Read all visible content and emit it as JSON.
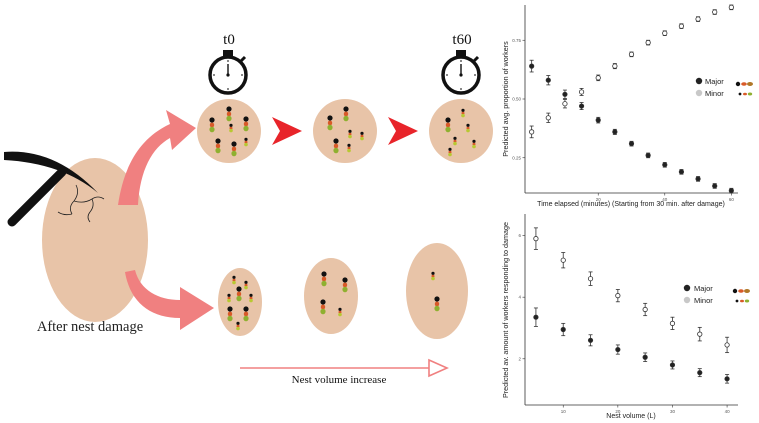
{
  "figure": {
    "timer_start_label": "t0",
    "timer_end_label": "t60",
    "nest_caption": "After nest damage",
    "volume_arrow_label": "Nest volume increase"
  },
  "chart_data": [
    {
      "type": "scatter",
      "title": "",
      "xlabel": "Time elapsed (minutes) (Starting from 30 min. after damage)",
      "ylabel": "Predicted avg. proportion of workers",
      "xlim": [
        -2,
        62
      ],
      "ylim": [
        0.1,
        0.9
      ],
      "xticks": [
        20,
        40,
        60
      ],
      "xtick_labels": [
        "20",
        "40",
        "60"
      ],
      "yticks": [
        0.25,
        0.5,
        0.75
      ],
      "ytick_labels": [
        "0.25",
        "0.50",
        "0.75"
      ],
      "legend_position": "right",
      "series": [
        {
          "name": "Major",
          "marker": "filled",
          "x": [
            0,
            5,
            10,
            15,
            20,
            25,
            30,
            35,
            40,
            45,
            50,
            55,
            60
          ],
          "y": [
            0.64,
            0.58,
            0.52,
            0.47,
            0.41,
            0.36,
            0.31,
            0.26,
            0.22,
            0.19,
            0.16,
            0.13,
            0.11
          ],
          "err": [
            0.025,
            0.02,
            0.018,
            0.015,
            0.012,
            0.011,
            0.01,
            0.01,
            0.01,
            0.01,
            0.01,
            0.01,
            0.01
          ]
        },
        {
          "name": "Minor",
          "marker": "hollow",
          "x": [
            0,
            5,
            10,
            15,
            20,
            25,
            30,
            35,
            40,
            45,
            50,
            55,
            60
          ],
          "y": [
            0.36,
            0.42,
            0.48,
            0.53,
            0.59,
            0.64,
            0.69,
            0.74,
            0.78,
            0.81,
            0.84,
            0.87,
            0.89
          ],
          "err": [
            0.025,
            0.02,
            0.018,
            0.015,
            0.012,
            0.011,
            0.01,
            0.01,
            0.01,
            0.01,
            0.01,
            0.01,
            0.01
          ]
        }
      ]
    },
    {
      "type": "scatter",
      "title": "",
      "xlabel": "Nest volume (L)",
      "ylabel": "Predicted av. amount of workers responding to damage",
      "xlim": [
        3,
        42
      ],
      "ylim": [
        0.5,
        6.7
      ],
      "xticks": [
        10,
        20,
        30,
        40
      ],
      "xtick_labels": [
        "10",
        "20",
        "30",
        "40"
      ],
      "yticks": [
        2,
        4,
        6
      ],
      "ytick_labels": [
        "2",
        "4",
        "6"
      ],
      "legend_position": "right",
      "series": [
        {
          "name": "Major",
          "marker": "filled",
          "x": [
            5,
            10,
            15,
            20,
            25,
            30,
            35,
            40
          ],
          "y": [
            3.35,
            2.95,
            2.6,
            2.3,
            2.05,
            1.8,
            1.55,
            1.35
          ],
          "err": [
            0.3,
            0.2,
            0.18,
            0.15,
            0.14,
            0.13,
            0.13,
            0.14
          ]
        },
        {
          "name": "Minor",
          "marker": "hollow",
          "x": [
            5,
            10,
            15,
            20,
            25,
            30,
            35,
            40
          ],
          "y": [
            5.9,
            5.2,
            4.6,
            4.05,
            3.6,
            3.15,
            2.8,
            2.45
          ],
          "err": [
            0.35,
            0.25,
            0.22,
            0.2,
            0.2,
            0.2,
            0.22,
            0.25
          ]
        }
      ]
    }
  ],
  "colors": {
    "nest_fill": "#e8c4a8",
    "curved_arrow": "#f08080",
    "red_chevron": "#e8242a",
    "ant_head": "#111111",
    "ant_body": "#d85a28",
    "ant_gaster": "#8fb030",
    "major_marker": "#222222",
    "minor_marker": "#ffffff"
  },
  "icons": [
    "pickaxe-icon",
    "stopwatch-icon",
    "crack-lines"
  ]
}
